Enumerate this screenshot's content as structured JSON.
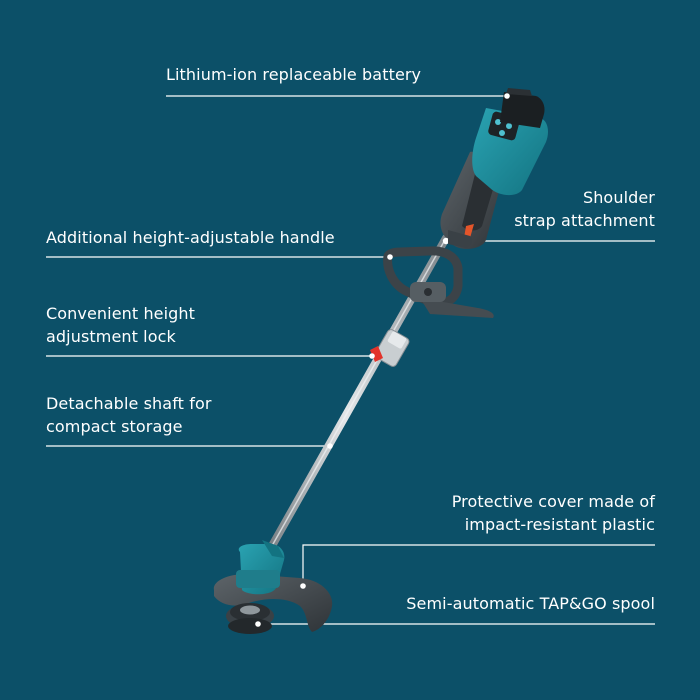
{
  "background_color": "#0c5068",
  "accent_color": "#1a7f8f",
  "callouts": {
    "battery": {
      "lines": [
        "Lithium-ion replaceable battery"
      ]
    },
    "shoulder_strap": {
      "lines": [
        "Shoulder",
        "strap attachment"
      ]
    },
    "handle": {
      "lines": [
        "Additional height-adjustable handle"
      ]
    },
    "height_lock": {
      "lines": [
        "Convenient height",
        "adjustment lock"
      ]
    },
    "shaft": {
      "lines": [
        "Detachable shaft for",
        "compact storage"
      ]
    },
    "cover": {
      "lines": [
        "Protective cover made of",
        "impact-resistant plastic"
      ]
    },
    "spool": {
      "lines": [
        "Semi-automatic TAP&GO spool"
      ]
    }
  },
  "product_image": {
    "icon": "string-trimmer-illustration"
  }
}
